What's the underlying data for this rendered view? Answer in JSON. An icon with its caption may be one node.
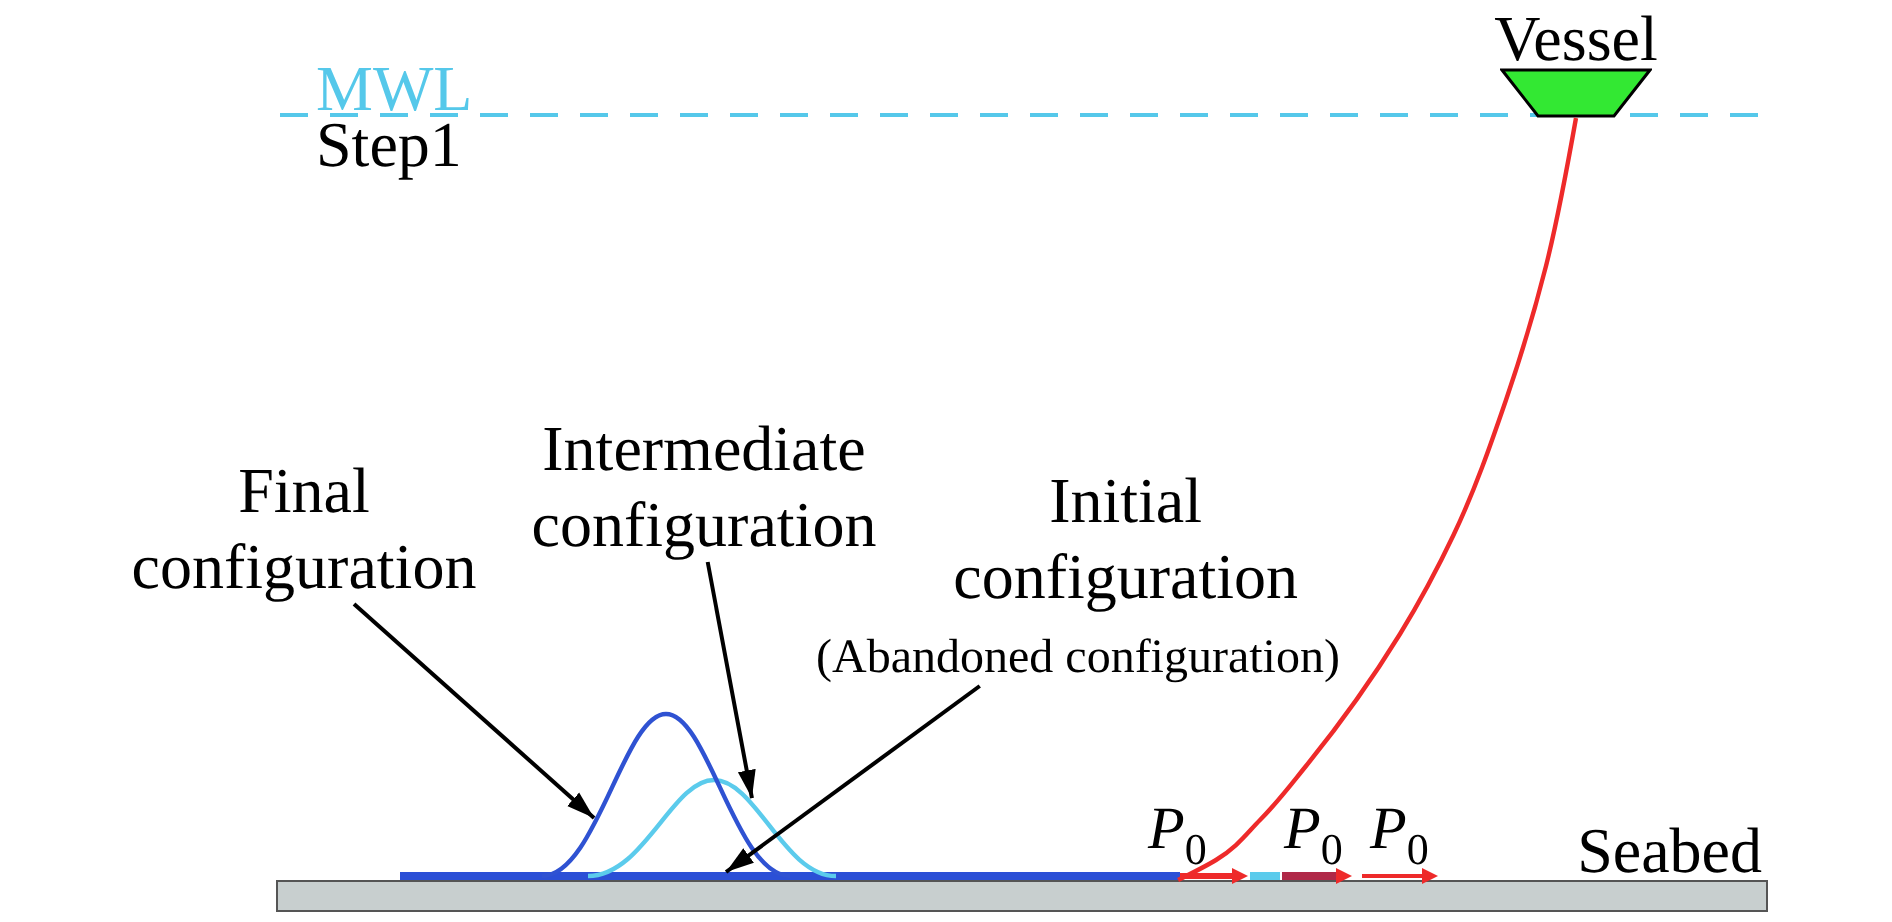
{
  "diagram": {
    "nodes": [
      {
        "text": [
          "Vessel"
        ]
      },
      {
        "text": [
          "Final configuration"
        ]
      },
      {
        "text": [
          "Intermediate configuration"
        ]
      },
      {
        "text": [
          "Initial configuration",
          "(Abandoned configuration)"
        ]
      },
      {
        "text": [
          "Seabed"
        ]
      },
      {
        "text": [],
        "shape": "line"
      },
      {
        "text": [],
        "shape": "curve"
      },
      {
        "text": [],
        "shape": "curve"
      }
    ],
    "edges": [
      {
        "from": 1,
        "to": 6,
        "arrow": "to"
      },
      {
        "from": 2,
        "to": 7,
        "arrow": "to"
      },
      {
        "from": 3,
        "to": 5,
        "arrow": "to"
      },
      {
        "from": 0,
        "to": 4,
        "arrow": "none",
        "color": "#ee2a2a"
      }
    ],
    "labels": [
      "MWL",
      "Step1",
      "*P*$_{0}$",
      "*P*$_{0}$",
      "*P*$_{0}$"
    ]
  }
}
